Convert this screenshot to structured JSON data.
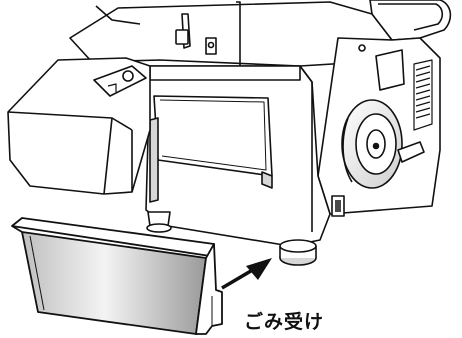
{
  "diagram": {
    "caption": "ごみ受け",
    "parts": [
      "sewing-machine-body",
      "waste-tray"
    ],
    "arrow_direction": "tray-to-machine",
    "colors": {
      "line": "#111111",
      "panel": "#ffffff",
      "shade": "#d7d7d7",
      "dark": "#4a4a4a"
    }
  }
}
